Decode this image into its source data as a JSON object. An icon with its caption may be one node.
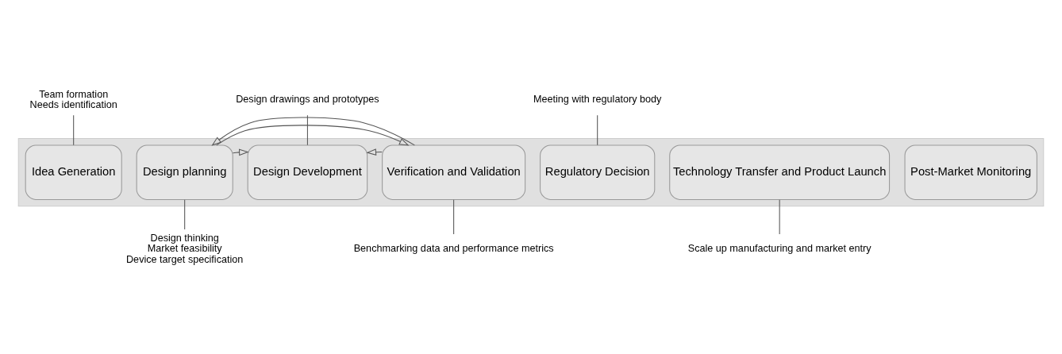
{
  "diagram": {
    "nodes": [
      {
        "text": [],
        "shape": "arrow"
      },
      {
        "text": [
          "Idea Generation"
        ],
        "in": 0
      },
      {
        "text": [
          "Design planning"
        ],
        "in": 0
      },
      {
        "text": [
          "Design Development"
        ],
        "in": 0
      },
      {
        "text": [
          "Verification and Validation"
        ],
        "in": 0
      },
      {
        "text": [
          "Regulatory Decision"
        ],
        "in": 0
      },
      {
        "text": [
          "Technology Transfer and Product Launch"
        ],
        "in": 0
      },
      {
        "text": [
          "Post-Market Monitoring"
        ],
        "in": 0
      },
      {
        "text": [
          "Team formation",
          "Needs identification"
        ]
      },
      {
        "text": [
          "Design thinking",
          "Market feasibility",
          "Device target specification"
        ]
      },
      {
        "text": [
          "Design drawings and prototypes"
        ]
      },
      {
        "text": [
          "Benchmarking data and performance metrics"
        ]
      },
      {
        "text": [
          "Meeting with regulatory body"
        ]
      },
      {
        "text": [
          "Scale up manufacturing and market entry"
        ]
      }
    ],
    "edges": [
      {
        "from": 8,
        "to": 1,
        "arrow": "none"
      },
      {
        "from": 2,
        "to": 9,
        "arrow": "none"
      },
      {
        "from": 10,
        "to": 3,
        "arrow": "none"
      },
      {
        "from": 4,
        "to": 11,
        "arrow": "none"
      },
      {
        "from": 12,
        "to": 5,
        "arrow": "none"
      },
      {
        "from": 6,
        "to": 13,
        "arrow": "none"
      },
      {
        "from": 2,
        "to": 3,
        "arrow": "to"
      },
      {
        "from": 2,
        "to": 4,
        "arrow": "to"
      },
      {
        "from": 4,
        "to": 3,
        "arrow": "to"
      },
      {
        "from": 4,
        "to": 2,
        "arrow": "to"
      }
    ]
  }
}
